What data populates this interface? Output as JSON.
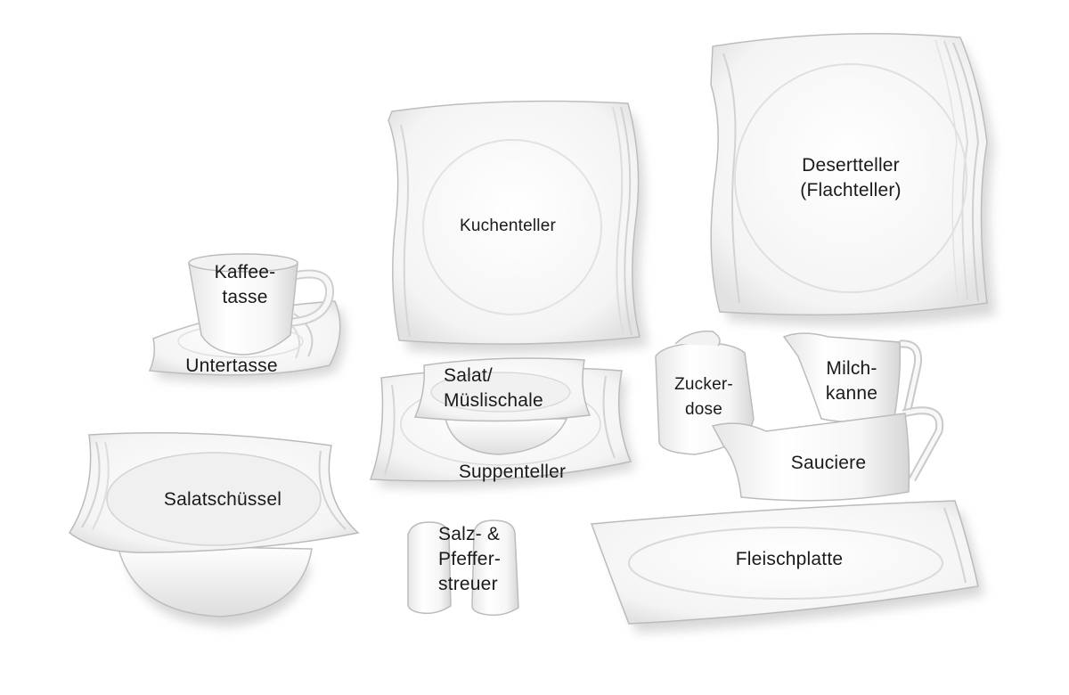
{
  "labels": {
    "kaffeetasse": [
      "Kaffee-",
      "tasse"
    ],
    "untertasse": "Untertasse",
    "kuchenteller": "Kuchenteller",
    "desertteller": [
      "Desertteller",
      "(Flachteller)"
    ],
    "salatschuessel": "Salatschüssel",
    "muslischale": [
      "Salat/",
      "Müslischale"
    ],
    "suppenteller": "Suppenteller",
    "zuckerdose": [
      "Zucker-",
      "dose"
    ],
    "milchkanne": [
      "Milch-",
      "kanne"
    ],
    "sauciere": "Sauciere",
    "salz_pfeffer": [
      "Salz- &",
      "Pfeffer-",
      "streuer"
    ],
    "fleischplatte": "Fleischplatte"
  },
  "colors": {
    "background": "#ffffff",
    "porcelain": "#f7f7f7",
    "shadow": "#cfcfcf",
    "outline": "#b9b9b9",
    "text": "#1a1a1a"
  }
}
